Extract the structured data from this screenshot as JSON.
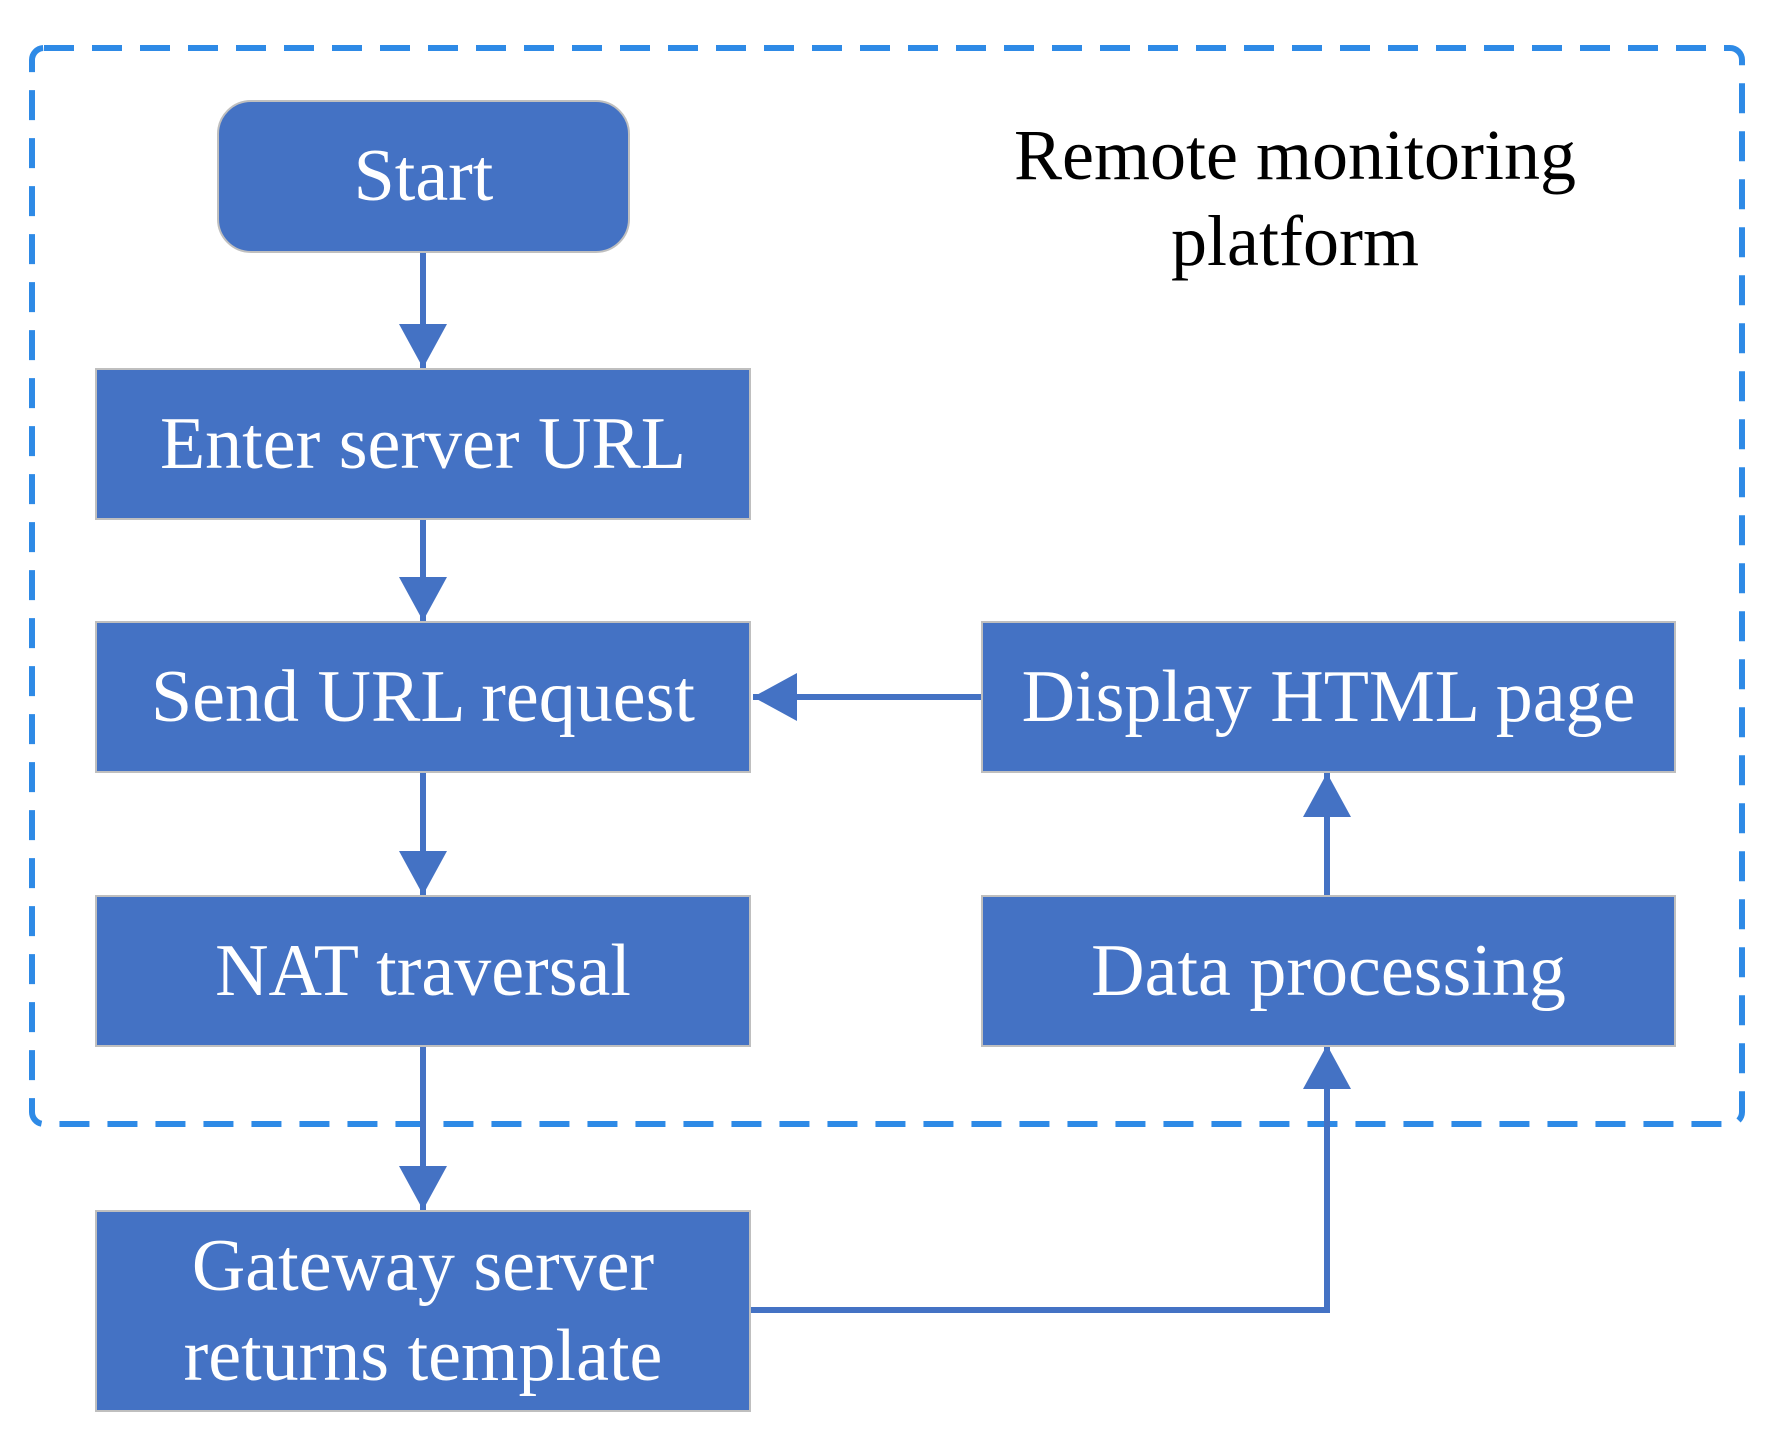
{
  "diagram": {
    "container_label": [
      "Remote monitoring",
      "platform"
    ],
    "nodes": {
      "start": [
        "Start"
      ],
      "enter_url": [
        "Enter server URL"
      ],
      "send_request": [
        "Send URL request"
      ],
      "nat": [
        "NAT traversal"
      ],
      "gateway": [
        "Gateway server",
        "returns template"
      ],
      "data_processing": [
        "Data processing"
      ],
      "display_html": [
        "Display HTML page"
      ]
    },
    "edges": [
      {
        "from": "start",
        "to": "enter_url"
      },
      {
        "from": "enter_url",
        "to": "send_request"
      },
      {
        "from": "send_request",
        "to": "nat"
      },
      {
        "from": "nat",
        "to": "gateway"
      },
      {
        "from": "gateway",
        "to": "data_processing"
      },
      {
        "from": "data_processing",
        "to": "display_html"
      },
      {
        "from": "display_html",
        "to": "send_request"
      }
    ],
    "colors": {
      "box_fill": "#4472C4",
      "box_border": "#BFBFBF",
      "arrow": "#4472C4",
      "container_border": "#2E8AE6",
      "box_text": "#FFFFFF",
      "label_text": "#000000"
    }
  }
}
